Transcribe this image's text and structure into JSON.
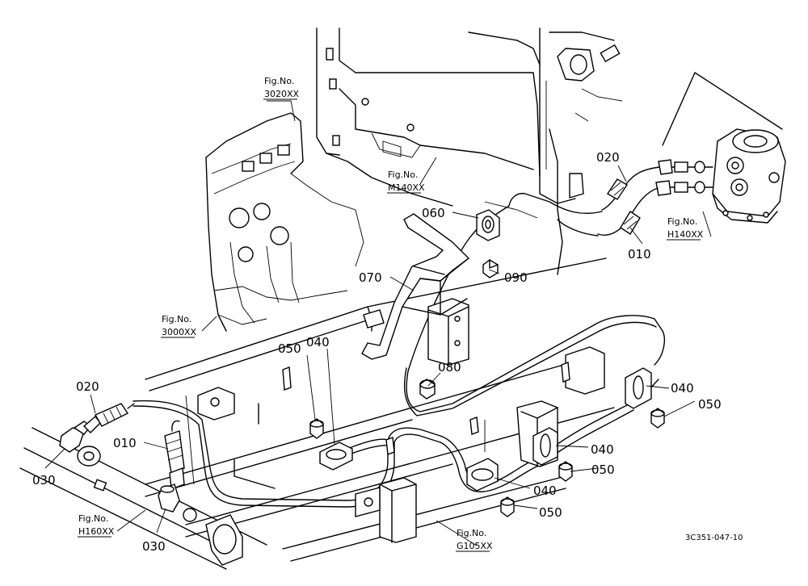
{
  "part_labels": {
    "p020_top": "020",
    "p010_top": "010",
    "p060": "060",
    "p070": "070",
    "p090": "090",
    "p080": "080",
    "p050_a": "050",
    "p040_a": "040",
    "p040_b": "040",
    "p050_b": "050",
    "p040_c": "040",
    "p050_c": "050",
    "p040_d": "040",
    "p050_d": "050",
    "p020_bottom": "020",
    "p010_bottom": "010",
    "p030_left": "030",
    "p030_bottom": "030"
  },
  "figure_refs": {
    "f3020": {
      "line1": "Fig.No.",
      "line2": "3020XX"
    },
    "fM140": {
      "line1": "Fig.No.",
      "line2": "M140XX"
    },
    "fH140": {
      "line1": "Fig.No.",
      "line2": "H140XX"
    },
    "f3000": {
      "line1": "Fig.No.",
      "line2": "3000XX"
    },
    "fH160": {
      "line1": "Fig.No.",
      "line2": "H160XX"
    },
    "fG105": {
      "line1": "Fig.No.",
      "line2": "G105XX"
    }
  },
  "drawing_code": "3C351-047-10"
}
